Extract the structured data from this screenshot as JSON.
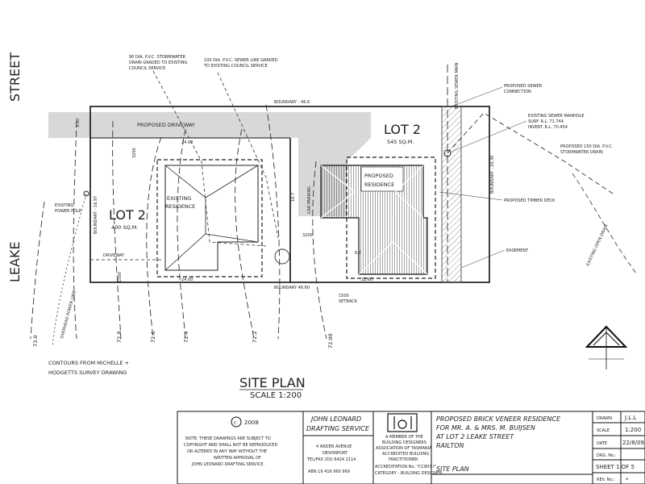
{
  "streets": {
    "street": "STREET",
    "leake": "LEAKE"
  },
  "driveway": {
    "proposed": "PROPOSED DRIVEWAY",
    "existing": "DRIVEWAY"
  },
  "lots": {
    "existing": {
      "name": "LOT 2",
      "area": "400 SQ.M."
    },
    "proposed": {
      "name": "LOT 2",
      "area": "545 SQ.M."
    }
  },
  "residences": {
    "existing": [
      "EXISTING",
      "RESIDENCE"
    ],
    "proposed": [
      "PROPOSED",
      "RESIDENCE"
    ]
  },
  "annotations": {
    "stormwater": [
      "90 DIA. P.V.C. STORMWATER",
      "DRAIN GRADED TO EXISTING",
      "COUNCIL SERVICE"
    ],
    "sewer_line": [
      "100 DIA. P.V.C. SEWER LINE GRADED",
      "TO EXISTING COUNCIL SERVICE"
    ],
    "existing_sewer_main": "EXISTING SEWER MAIN",
    "proposed_sewer": [
      "PROPOSED SEWER",
      "CONNECTION"
    ],
    "manhole": [
      "EXISTING SEWER MANHOLE",
      "SURF. R.L. 71.744",
      "INVERT. R.L. 70.454"
    ],
    "stormwater_150": [
      "PROPOSED 150 DIA. P.V.C.",
      "STORMWATER DRAIN"
    ],
    "timber_deck": "PROPOSED TIMBER DECK",
    "easement": "EASEMENT",
    "open_drain": "EXISTING OPEN DRAIN",
    "power_pole": [
      "EXISTING",
      "POWER POLE"
    ],
    "overhead_power": "OVERHEAD POWER LINE",
    "car_parking": "CAR PARKING",
    "contours_note": [
      "CONTOURS FROM MICHELLE +",
      "HODGETTS SURVEY DRAWING"
    ]
  },
  "dimensions": {
    "boundary_top": "BOUNDARY - 46.6",
    "boundary_bottom": "BOUNDARY 46.60",
    "boundary_left": "BOUNDARY - 16.97",
    "boundary_right": "BOUNDARY - 20.30",
    "width_24a": "24.00",
    "width_24b": "24.00",
    "width_2260": "22.60",
    "setback_3200a": "3200",
    "setback_3200b": "3200",
    "setback_1500a": "1500",
    "setback_1500b": "1500",
    "setback_word": "SETBACK",
    "d_310": "3.10",
    "d_167": "16.7",
    "d_63": "6.3",
    "contours": [
      "73.0",
      "72.8",
      "72.6",
      "72.4",
      "72.2",
      "72.00"
    ]
  },
  "title": {
    "main": "SITE PLAN",
    "scale": "SCALE 1:200"
  },
  "title_block": {
    "copyright_year": "2008",
    "note": [
      "NOTE: THESE DRAWINGS ARE SUBJECT TO",
      "COPYRIGHT AND SHALL NOT BE REPRODUCED",
      "OR ALTERED IN ANY WAY WITHOUT THE",
      "WRITTEN APPROVAL OF",
      "JOHN LEONARD DRAFTING SERVICE."
    ],
    "firm": [
      "JOHN LEONARD",
      "DRAFTING SERVICE"
    ],
    "address": [
      "4 ARDEN AVENUE",
      "DEVONPORT",
      "TEL/FAX (03) 6424 2114"
    ],
    "abn": "ABN 19 416 960 969",
    "association": [
      "A MEMBER OF THE",
      "BUILDING DESIGNERS",
      "ASSOCIATION OF TASMANIA",
      "ACCREDITED BUILDING",
      "PRACTITIONER",
      "ACCREDITATION No. \"CC807 I\"",
      "CATEGORY - BUILDING DESIGNER"
    ],
    "project": [
      "PROPOSED BRICK VENEER RESIDENCE",
      "FOR MR. A. & MRS. M. BUIJSEN",
      "AT LOT 2 LEAKE STREET",
      "RAILTON"
    ],
    "drawing_title": "SITE PLAN",
    "drawn_label": "DRAWN",
    "drawn_value": "J.L.L",
    "scale_label": "SCALE",
    "scale_value": "1:200",
    "date_label": "DATE",
    "date_value": "22/8/09",
    "drg_label": "DRG. No.:",
    "sheet": "SHEET 1 OF 5",
    "rev_label": "REV. No.:",
    "rev_value": "*"
  }
}
